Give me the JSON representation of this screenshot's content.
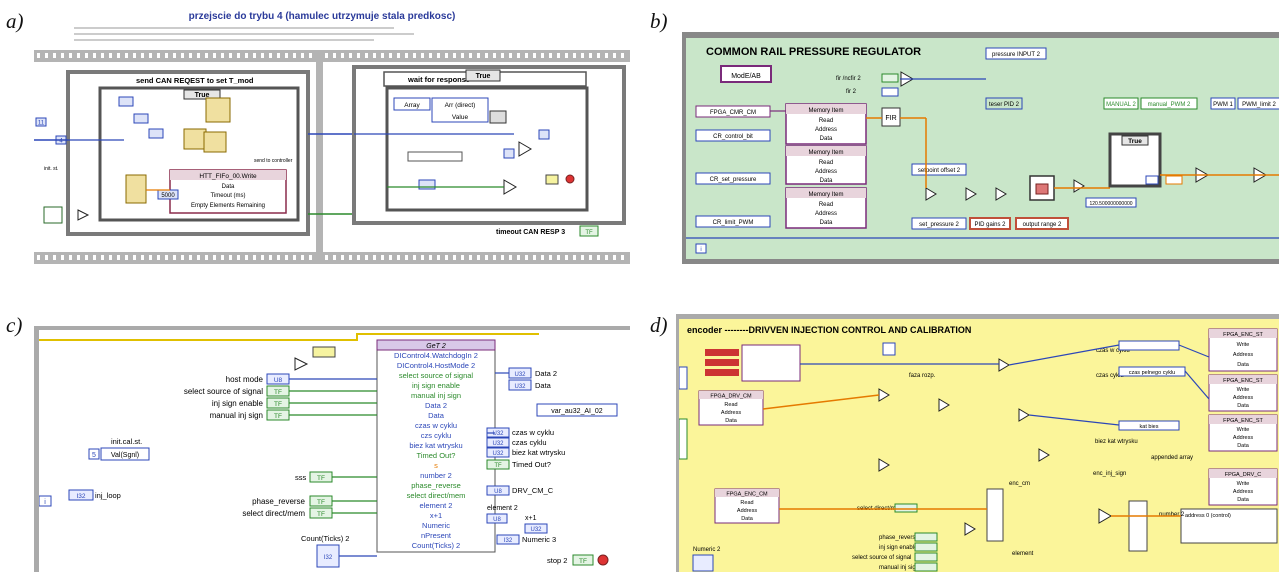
{
  "figure_labels": {
    "a": "a)",
    "b": "b)",
    "c": "c)",
    "d": "d)"
  },
  "panel_a": {
    "title": "przejscie do trybu 4 (hamulec utrzymuje stala predkosc)",
    "outer_case": "True",
    "frame1_label": "send CAN REQEST to set T_mod",
    "frame1_case": "True",
    "frame2_label": "wait for response",
    "frame2_case": "True",
    "const_4": "4",
    "const_11": "11",
    "fifo_node": "HTT_FIFo_00.Write",
    "fifo_items": [
      "Data",
      "Timeout (ms)",
      "Empty Elements Remaining"
    ],
    "timeout_val": "5000",
    "send_mod": "send to controller",
    "array_label": "Array",
    "array_node": "Arr (direct)",
    "value_label": "Value",
    "timeout_label": "timeout CAN RESP 3",
    "init_label": "init. st.",
    "tf": "TF"
  },
  "panel_b": {
    "title": "COMMON RAIL PRESSURE REGULATOR",
    "mod_ab": "ModE/AB",
    "fir_label": "fir /ncfir 2",
    "fir2": "fir 2",
    "fir_box": "FIR",
    "fpga_cmr": "FPGA_CMR_CM",
    "cr_control": "CR_control_bit",
    "cr_set": "CR_set_pressure",
    "cr_limit": "CR_limit_PWM",
    "mem_item": "Memory Item",
    "mem_rows": [
      "Read",
      "Address",
      "Data"
    ],
    "pressure_input": "pressure INPUT 2",
    "teser_pid": "teser PID 2",
    "manual_pwm": "manual_PWM 2",
    "pwm1": "PWM 1",
    "pwm_limit": "PWM_limit 2",
    "manual2": "MANUAL 2",
    "setpoint_offset": "setpoint offset 2",
    "set_pressure": "set_pressure 2",
    "pid_gains": "PID gains 2",
    "output_range": "output range 2",
    "true_case": "True",
    "const_500": "120.500000000000",
    "idx": "i"
  },
  "panel_c": {
    "top_node": "GeT 2",
    "items": [
      "DIControl4.WatchdogIn 2",
      "DIControl4.HostMode 2",
      "select source of signal",
      "inj sign enable",
      "manual inj sign",
      "Data 2",
      "Data",
      "czas w cyklu",
      "czs cyklu",
      "biez kat wtrysku",
      "Timed Out?",
      "s",
      "number 2",
      "phase_reverse",
      "select direct/mem",
      "element 2",
      "x+1",
      "Numeric",
      "nPresent",
      "Count(Ticks) 2"
    ],
    "left_labels": [
      "host mode",
      "select source of signal",
      "inj sign enable",
      "manual inj sign"
    ],
    "right_labels": [
      "Data 2",
      "Data",
      "czas w cyklu",
      "czas cyklu",
      "biez kat wtrysku",
      "Timed Out?",
      "DRV_CM_C",
      "element 2",
      "x+1",
      "Numeric 3"
    ],
    "var_label": "var_au32_AI_02",
    "init_cal": "init.cal.st.",
    "val_sgnl": "Val(Sgnl)",
    "five": "5",
    "inj_loop": "inj_loop",
    "sss": "sss",
    "phase_rev": "phase_reverse",
    "sel_direct": "select direct/mem",
    "count_ticks": "Count(Ticks) 2",
    "stop": "stop 2",
    "i": "i",
    "u8": "U8",
    "u32": "U32",
    "i32": "I32",
    "tf": "TF"
  },
  "panel_d": {
    "title": "encoder --------DRIVVEN INJECTION CONTROL AND CALIBRATION",
    "fpga_enc_st": "FPGA_ENC_ST",
    "fpga_drv_cm": "FPGA_DRV_CM",
    "fpga_enc_cm": "FPGA_ENC_CM",
    "fpga_drv_c": "FPGA_DRV_C",
    "rows_read": [
      "Read",
      "Address",
      "Data"
    ],
    "rows_write": [
      "Write",
      "Address",
      "Data"
    ],
    "czas_w_cyklu": "czas w cyklu",
    "czas_cyklu": "czas cyklu",
    "czas_pelen": "czas pelnego cyklu",
    "kat_bies": "kat bies",
    "biez_kat": "biez kat wtrysku",
    "appended": "appended array",
    "enc_inj": "enc_inj_sign",
    "enc_cm": "enc_cm",
    "select_direct": "select direct/mem",
    "phase_reverse": "phase_reverse",
    "inj_sign_enable": "inj sign enable",
    "select_source": "select source of signal",
    "manual_inj": "manual inj sign",
    "numeric2": "Numeric 2",
    "element": "element",
    "number2": "number 2",
    "faza": "faza rozp.",
    "address": "address 0 (control)"
  }
}
